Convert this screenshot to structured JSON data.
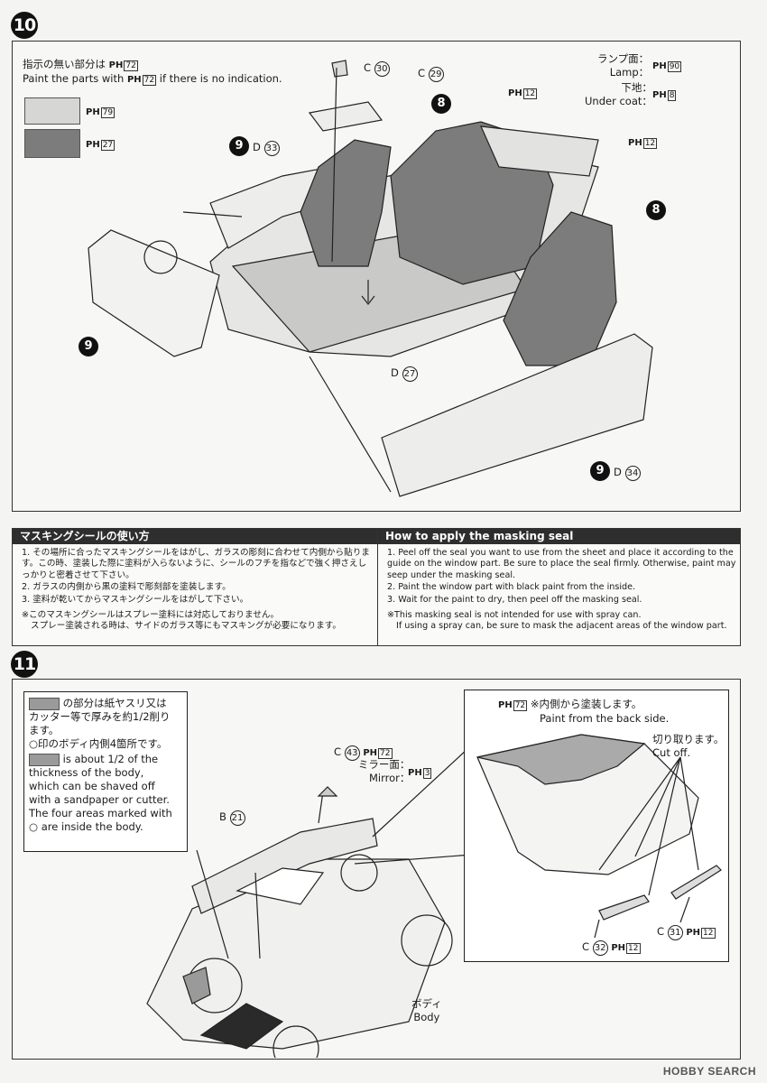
{
  "step10": {
    "number": "10",
    "note_jp": "指示の無い部分は",
    "note_en_pre": "Paint the parts with",
    "note_en_post": "if there is no indication.",
    "default_paint": "72",
    "swatch_light_paint": "79",
    "swatch_dark_paint": "27",
    "ph_label": "PH",
    "part_c30": "C",
    "part_c30_num": "30",
    "part_c29": "C",
    "part_c29_num": "29",
    "badge_8": "8",
    "badge_9": "9",
    "part_d33": "D",
    "part_d33_num": "33",
    "part_d27": "D",
    "part_d27_num": "27",
    "part_d34": "D",
    "part_d34_num": "34",
    "lamp_jp": "ランプ面：",
    "lamp_en": "Lamp：",
    "lamp_paint": "90",
    "under_jp": "下地：",
    "under_en": "Under coat：",
    "under_paint": "8",
    "paint_12": "12"
  },
  "masking": {
    "jp_title": "マスキングシールの使い方",
    "en_title": "How to apply the masking seal",
    "jp_items": [
      "1. その場所に合ったマスキングシールをはがし、ガラスの彫刻に合わせて内側から貼ります。この時、塗装した際に塗料が入らないように、シールのフチを指などで強く押さえしっかりと密着させて下さい。",
      "2. ガラスの内側から黒の塗料で彫刻部を塗装します。",
      "3. 塗料が乾いてからマスキングシールをはがして下さい。"
    ],
    "jp_note_1": "※このマスキングシールはスプレー塗料には対応しておりません。",
    "jp_note_2": "スプレー塗装される時は、サイドのガラス等にもマスキングが必要になります。",
    "en_items": [
      "1. Peel off the seal you want to use from the sheet and place it according to the guide on the window part. Be sure to place the seal firmly. Otherwise, paint may seep under the masking seal.",
      "2. Paint the window part with black paint from the inside.",
      "3. Wait for the paint to dry, then peel off the masking seal."
    ],
    "en_note_1": "※This masking seal is not intended for use with spray can.",
    "en_note_2": "If using a spray can, be sure to mask the adjacent areas of the window part."
  },
  "step11": {
    "number": "11",
    "callout_jp_1": "の部分は紙ヤスリ又は",
    "callout_jp_2": "カッター等で厚みを約1/2削り",
    "callout_jp_3": "ます。",
    "callout_jp_4": "○印のボディ内側4箇所です。",
    "callout_en_1": "is about 1/2 of the",
    "callout_en_2": "thickness of the body,",
    "callout_en_3": "which can be shaved off",
    "callout_en_4": "with a sandpaper or cutter.",
    "callout_en_5": "The four areas marked with",
    "callout_en_6": "○ are inside the body.",
    "part_c43": "C",
    "part_c43_num": "43",
    "paint_72": "72",
    "mirror_jp": "ミラー面：",
    "mirror_en": "Mirror：",
    "mirror_paint": "3",
    "part_b21": "B",
    "part_b21_num": "21",
    "body_jp": "ボディ",
    "body_en": "Body",
    "inset_paint": "72",
    "inset_jp": "※内側から塗装します。",
    "inset_en": "Paint from the back side.",
    "cutoff_jp": "切り取ります。",
    "cutoff_en": "Cut off.",
    "part_c31": "C",
    "part_c31_num": "31",
    "part_c32": "C",
    "part_c32_num": "32",
    "paint_12": "12"
  },
  "watermark": "HOBBY SEARCH"
}
